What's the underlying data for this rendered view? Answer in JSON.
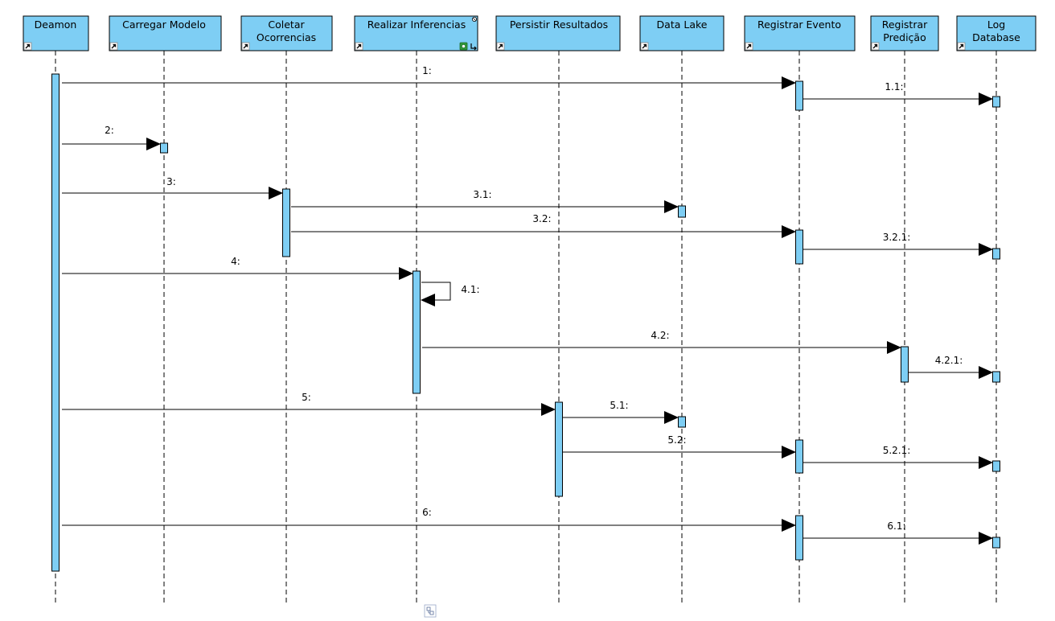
{
  "lifelines": [
    {
      "id": "deamon",
      "label": [
        "Deamon"
      ]
    },
    {
      "id": "carregar-modelo",
      "label": [
        "Carregar Modelo"
      ]
    },
    {
      "id": "coletar-ocorrencias",
      "label": [
        "Coletar",
        "Ocorrencias"
      ]
    },
    {
      "id": "realizar-inferencias",
      "label": [
        "Realizar Inferencias"
      ]
    },
    {
      "id": "persistir-resultados",
      "label": [
        "Persistir Resultados"
      ]
    },
    {
      "id": "data-lake",
      "label": [
        "Data Lake"
      ]
    },
    {
      "id": "registrar-evento",
      "label": [
        "Registrar Evento"
      ]
    },
    {
      "id": "registrar-predicao",
      "label": [
        "Registrar",
        "Predição"
      ]
    },
    {
      "id": "log-database",
      "label": [
        "Log",
        "Database"
      ]
    }
  ],
  "messages": [
    {
      "label": "1:",
      "from": "deamon",
      "to": "registrar-evento"
    },
    {
      "label": "1.1:",
      "from": "registrar-evento",
      "to": "log-database"
    },
    {
      "label": "2:",
      "from": "deamon",
      "to": "carregar-modelo"
    },
    {
      "label": "3:",
      "from": "deamon",
      "to": "coletar-ocorrencias"
    },
    {
      "label": "3.1:",
      "from": "coletar-ocorrencias",
      "to": "data-lake"
    },
    {
      "label": "3.2:",
      "from": "coletar-ocorrencias",
      "to": "registrar-evento"
    },
    {
      "label": "3.2.1:",
      "from": "registrar-evento",
      "to": "log-database"
    },
    {
      "label": "4:",
      "from": "deamon",
      "to": "realizar-inferencias"
    },
    {
      "label": "4.1:",
      "from": "realizar-inferencias",
      "to": "realizar-inferencias"
    },
    {
      "label": "4.2:",
      "from": "realizar-inferencias",
      "to": "registrar-predicao"
    },
    {
      "label": "4.2.1:",
      "from": "registrar-predicao",
      "to": "log-database"
    },
    {
      "label": "5:",
      "from": "deamon",
      "to": "persistir-resultados"
    },
    {
      "label": "5.1:",
      "from": "persistir-resultados",
      "to": "data-lake"
    },
    {
      "label": "5.2:",
      "from": "persistir-resultados",
      "to": "registrar-evento"
    },
    {
      "label": "5.2.1:",
      "from": "registrar-evento",
      "to": "log-database"
    },
    {
      "label": "6:",
      "from": "deamon",
      "to": "registrar-evento"
    },
    {
      "label": "6.1:",
      "from": "registrar-evento",
      "to": "log-database"
    }
  ],
  "colors": {
    "lifeline_fill": "#7ecef4",
    "stroke": "#000000"
  }
}
